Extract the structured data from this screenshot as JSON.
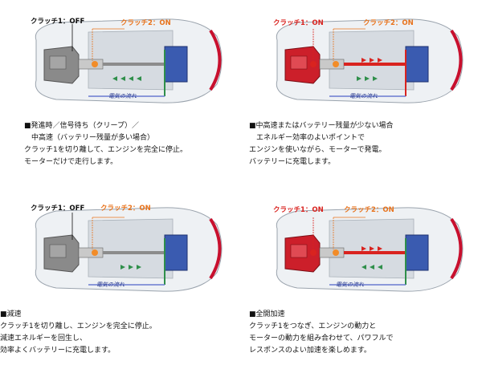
{
  "panels": [
    {
      "id": "start",
      "clutch1": "クラッチ1：OFF",
      "clutch2": "クラッチ2：ON",
      "flow_label": "電気の流れ",
      "description": [
        "■発進時／信号待ち（クリープ）／",
        "　中高速（バッテリー残量が多い場合）",
        "クラッチ1を切り離して、エンジンを完全に停止。",
        "モーターだけで走行します。"
      ]
    },
    {
      "id": "charge",
      "clutch1": "クラッチ1：ON",
      "clutch2": "クラッチ2：ON",
      "flow_label": "電気の流れ",
      "description": [
        "■中高速またはバッテリー残量が少ない場合",
        "　エネルギー効率のよいポイントで",
        "エンジンを使いながら、モーターで発電。",
        "バッテリーに充電します。"
      ]
    },
    {
      "id": "decel",
      "clutch1": "クラッチ1：OFF",
      "clutch2": "クラッチ2：ON",
      "flow_label": "電気の流れ",
      "description": [
        "■減速",
        "クラッチ1を切り離し、エンジンを完全に停止。",
        "減速エネルギーを回生し、",
        "効率よくバッテリーに充電します。"
      ]
    },
    {
      "id": "full",
      "clutch1": "クラッチ1：ON",
      "clutch2": "クラッチ2：ON",
      "flow_label": "電気の流れ",
      "description": [
        "■全開加速",
        "クラッチ1をつなぎ、エンジンの動力と",
        "モーターの動力を組み合わせて、パワフルで",
        "レスポンスのよい加速を楽しめます。"
      ]
    }
  ],
  "colors": {
    "clutch_off": "#111111",
    "clutch_on": "#e8731c",
    "clutch_on_red": "#d9231f",
    "engine_off": "#8a8a8a",
    "engine_on": "#cc1f2a",
    "battery": "#3a5bb0",
    "flow_green": "#2f8f4a",
    "flow_red": "#d9231f"
  }
}
